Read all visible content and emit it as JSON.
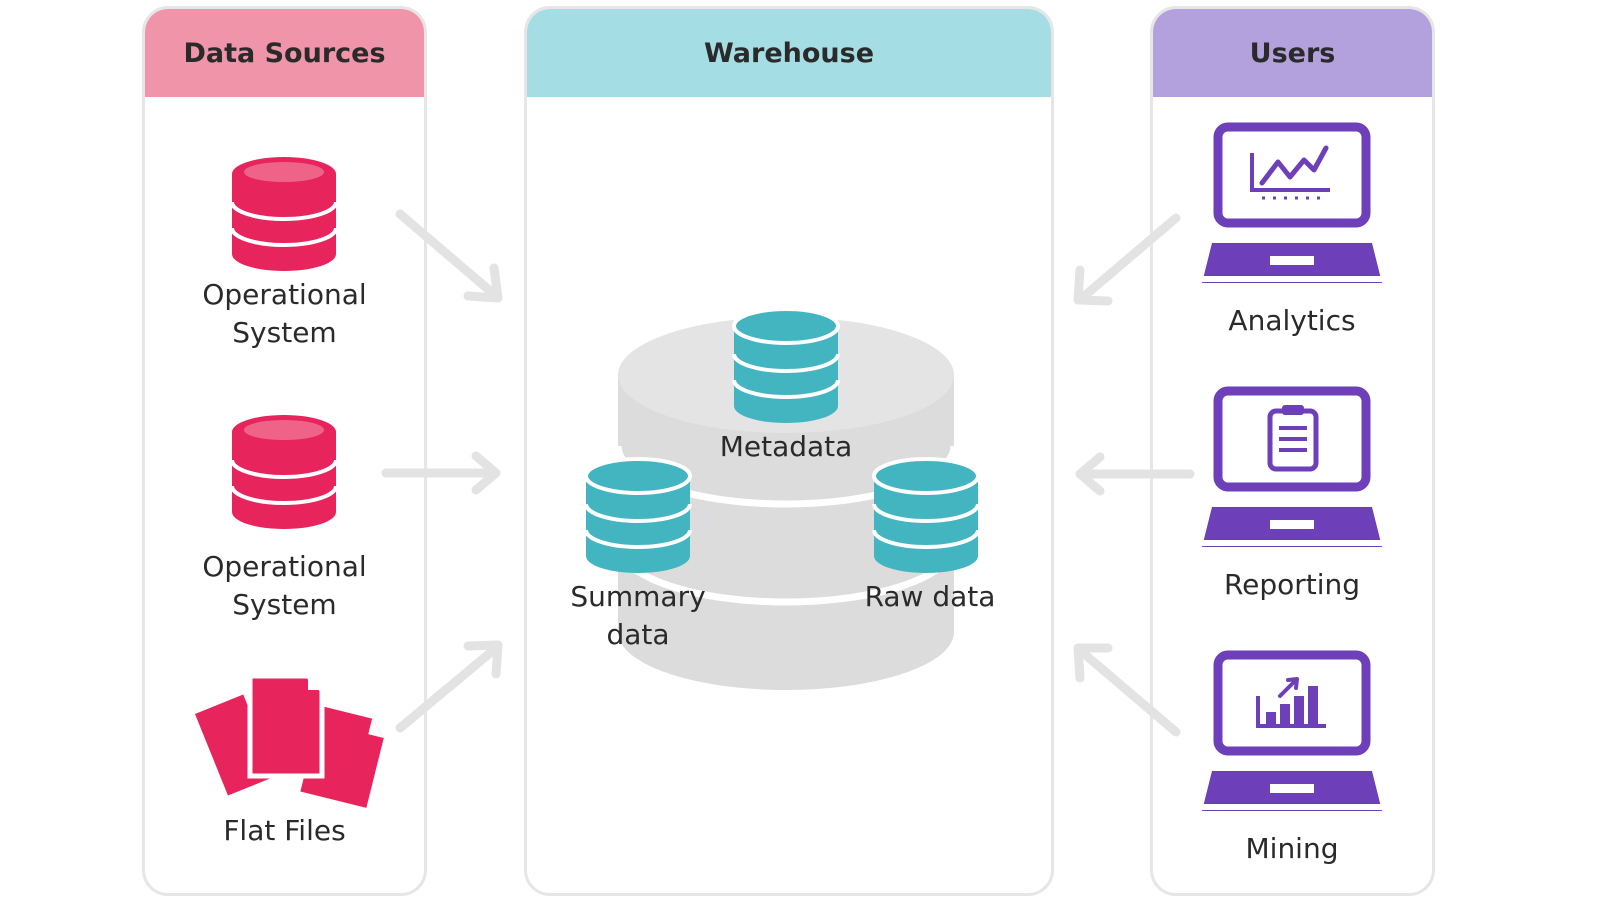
{
  "panels": {
    "sources": {
      "title": "Data Sources"
    },
    "warehouse": {
      "title": "Warehouse"
    },
    "users": {
      "title": "Users"
    }
  },
  "sources": {
    "op1": {
      "line1": "Operational",
      "line2": "System"
    },
    "op2": {
      "line1": "Operational",
      "line2": "System"
    },
    "flat": {
      "label": "Flat Files"
    }
  },
  "warehouse": {
    "metadata": {
      "label": "Metadata"
    },
    "summary": {
      "line1": "Summary",
      "line2": "data"
    },
    "raw": {
      "label": "Raw data"
    }
  },
  "users": {
    "analytics": {
      "label": "Analytics"
    },
    "reporting": {
      "label": "Reporting"
    },
    "mining": {
      "label": "Mining"
    }
  },
  "colors": {
    "pink": "#e8245c",
    "teal": "#43b5c1",
    "purple": "#6d3fb8",
    "arrow": "#e3e3e3",
    "cylinder": "#dcdcdc"
  }
}
